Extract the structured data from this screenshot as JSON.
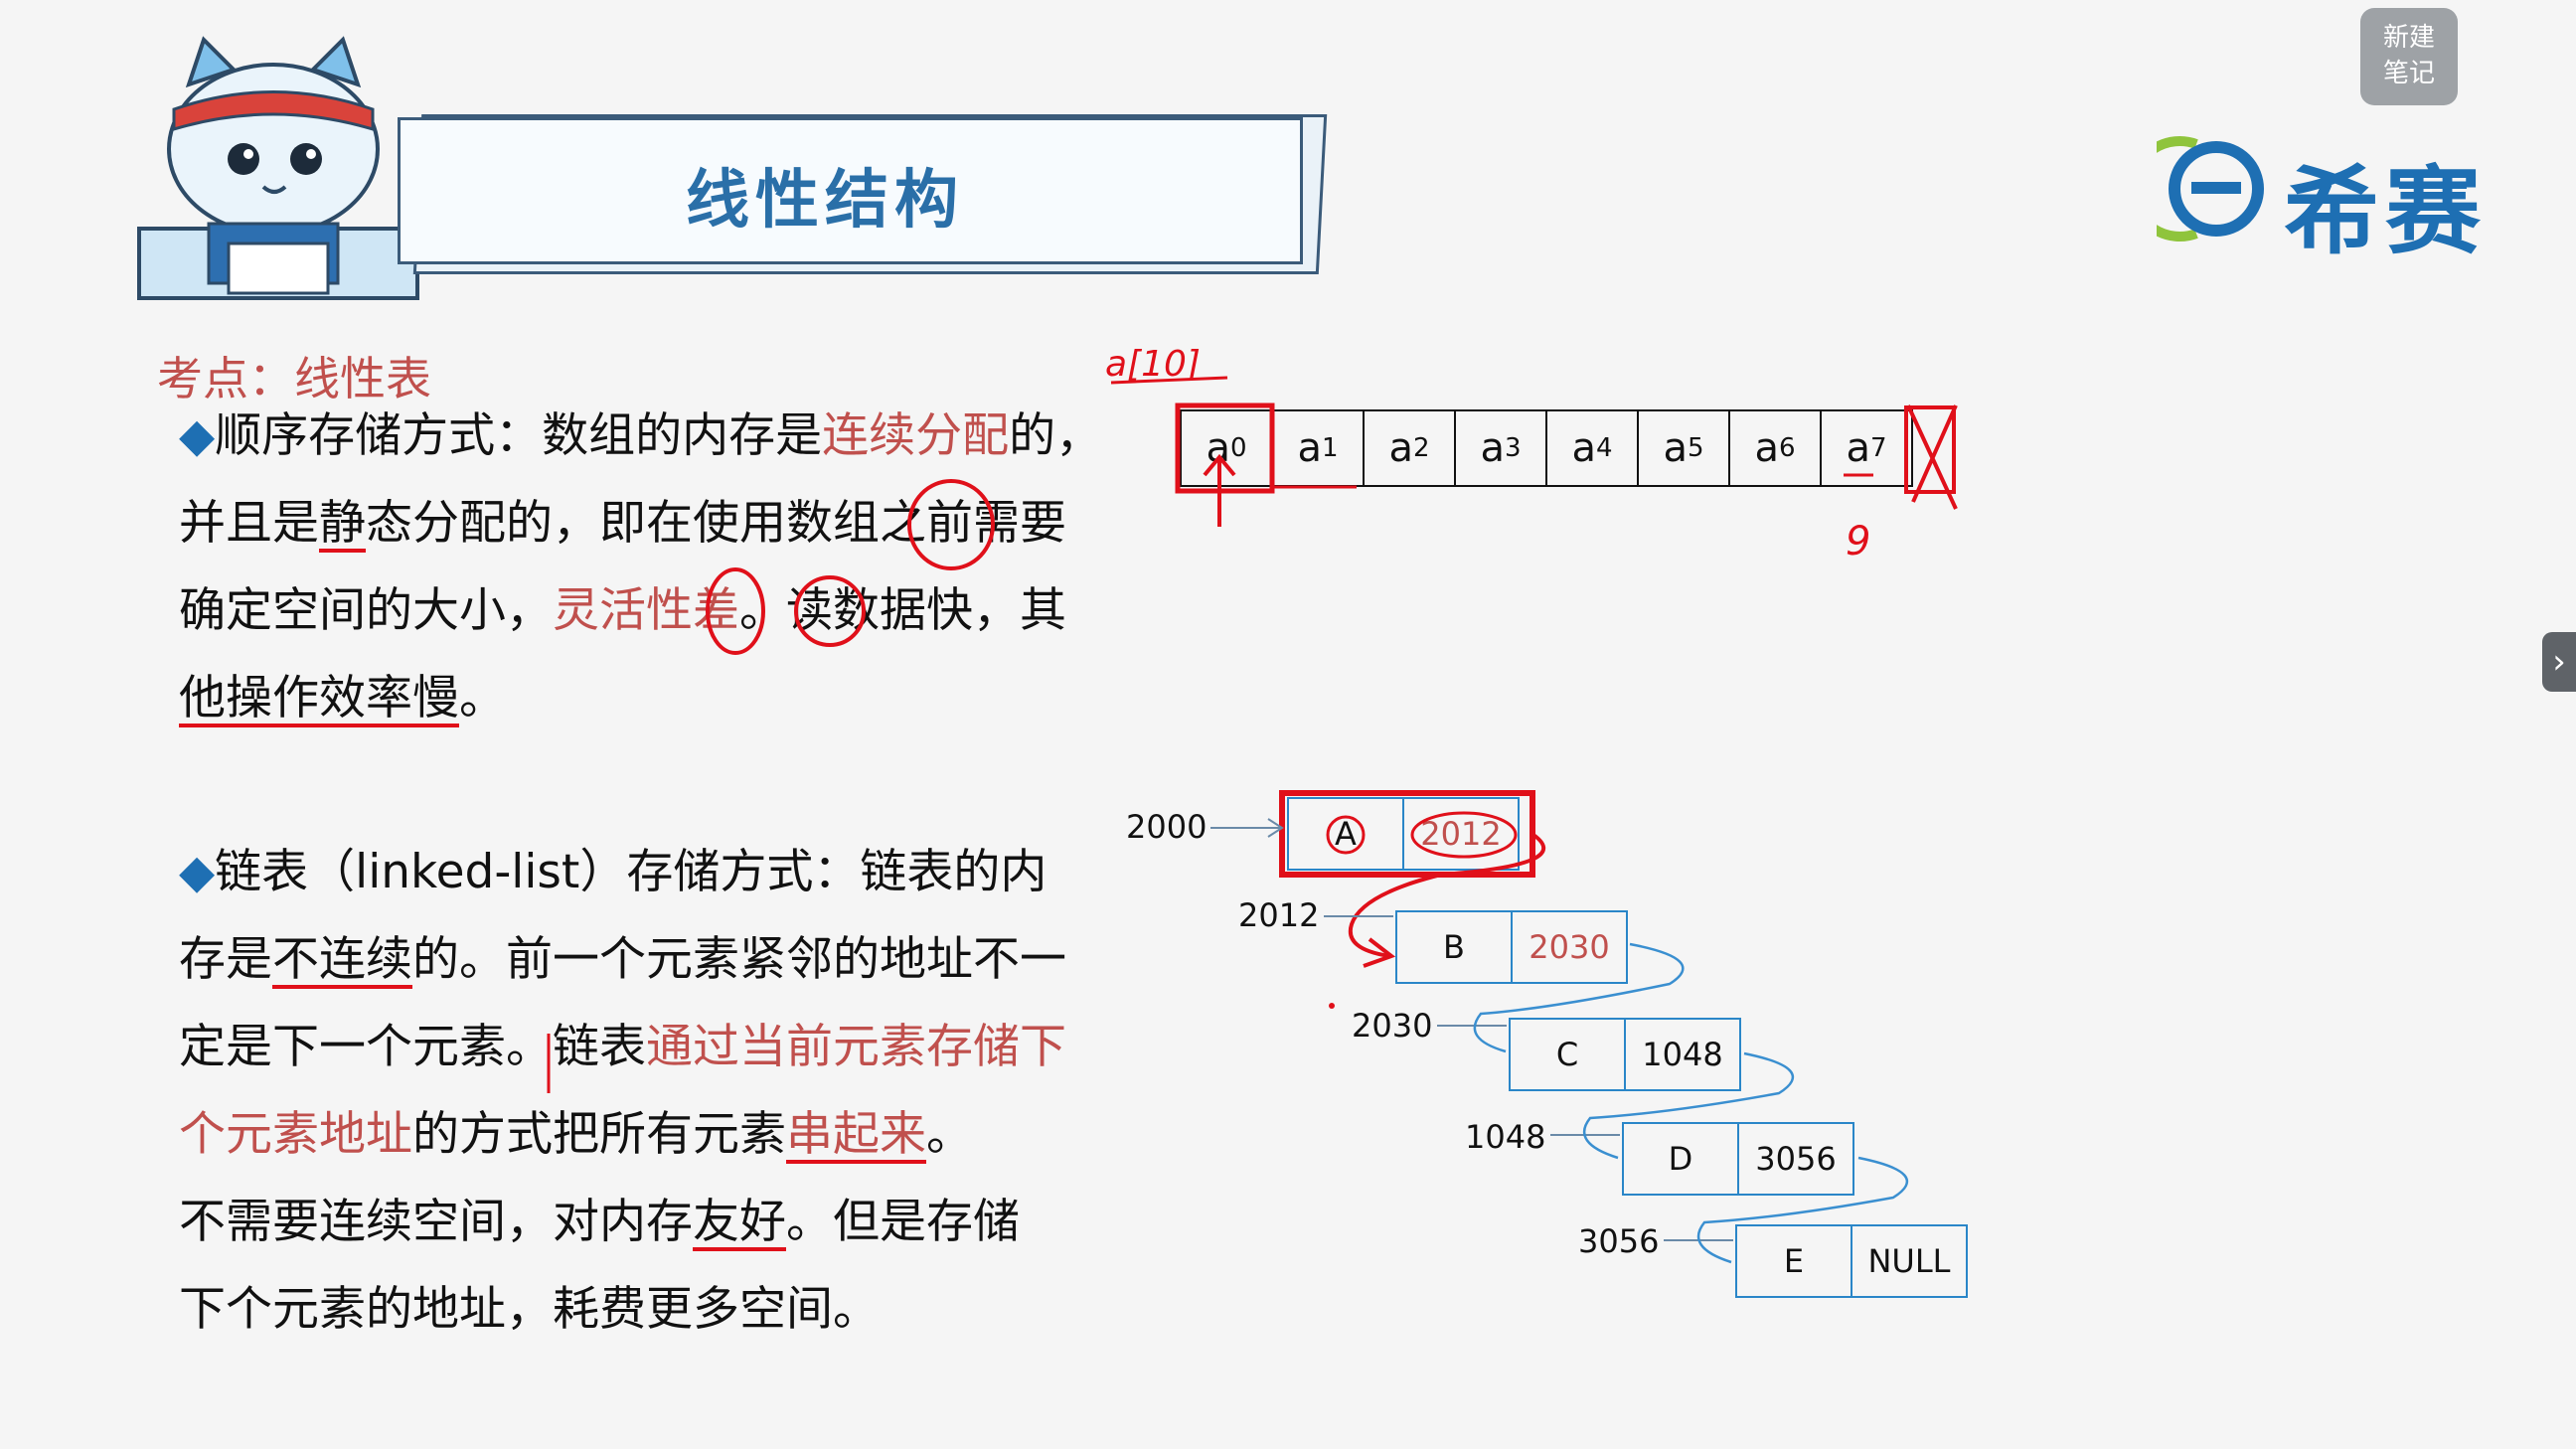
{
  "header": {
    "title": "线性结构",
    "logo_text": "希赛",
    "new_note_line1": "新建",
    "new_note_line2": "笔记"
  },
  "topic": "考点：线性表",
  "sequential": {
    "bullet": "◆",
    "l1_a": "顺序存储方式：数组的内存是",
    "l1_red": "连续分配",
    "l1_b": "的，",
    "l2_a": "并且是",
    "l2_ul": "静",
    "l2_b": "态分配的，即在使用数组之前需要",
    "l3_a": "确定空间的大小，",
    "l3_red": "灵活性差",
    "l3_b": "。读数据快，其",
    "l4_ul": "他操作效率慢",
    "l4_b": "。"
  },
  "linked": {
    "bullet": "◆",
    "l1": "链表（linked-list）存储方式：链表的内",
    "l2_a": "存是",
    "l2_ul": "不连续",
    "l2_b": "的。前一个元素紧邻的地址不一",
    "l3_a": "定是下一个元素。链表",
    "l3_red": "通过当前元素存储下",
    "l4_red": "个元素地址",
    "l4_b": "的方式把所有元素",
    "l4_red2": "串起来",
    "l4_c": "。",
    "l5_a": "不需要连续空间，对内存",
    "l5_ul": "友好",
    "l5_b": "。但是存储",
    "l6": "下个元素的地址，耗费更多空间。"
  },
  "array_cells": [
    {
      "base": "a",
      "sub": "0"
    },
    {
      "base": "a",
      "sub": "1"
    },
    {
      "base": "a",
      "sub": "2"
    },
    {
      "base": "a",
      "sub": "3"
    },
    {
      "base": "a",
      "sub": "4"
    },
    {
      "base": "a",
      "sub": "5"
    },
    {
      "base": "a",
      "sub": "6"
    },
    {
      "base": "a",
      "sub": "7"
    }
  ],
  "array_annotations": {
    "top_note": "a[10]",
    "index_note": "9"
  },
  "linked_nodes": [
    {
      "addr": "2000",
      "value": "A",
      "next": "2012"
    },
    {
      "addr": "2012",
      "value": "B",
      "next": "2030"
    },
    {
      "addr": "2030",
      "value": "C",
      "next": "1048"
    },
    {
      "addr": "1048",
      "value": "D",
      "next": "3056"
    },
    {
      "addr": "3056",
      "value": "E",
      "next": "NULL"
    }
  ],
  "colors": {
    "accent_blue": "#1e6fb3",
    "highlight_red": "#c0504d",
    "pen_red": "#e0101a",
    "node_border": "#2a86c8"
  }
}
